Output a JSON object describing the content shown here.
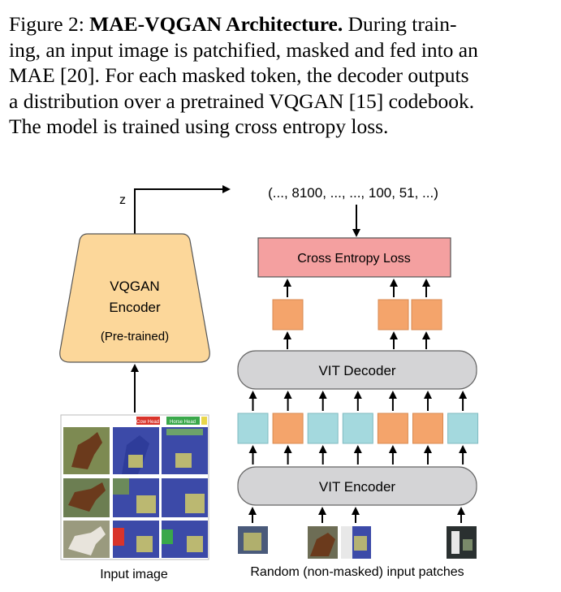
{
  "caption": {
    "label": "Figure 2:",
    "title": "MAE-VQGAN Architecture.",
    "line1_rest": "During train-",
    "line2": "ing, an input image is patchified, masked and fed into an",
    "line3": "MAE [20]. For each masked token, the decoder outputs",
    "line4": "a distribution over a pretrained VQGAN [15] codebook.",
    "line5": "The model is trained using cross entropy loss."
  },
  "diagram": {
    "z_label": "z",
    "token_sequence": "(..., 8100, ..., ..., 100, 51, ...)",
    "loss_label": "Cross Entropy Loss",
    "encoder_title_1": "VQGAN",
    "encoder_title_2": "Encoder",
    "encoder_note": "(Pre-trained)",
    "decoder_label": "VIT Decoder",
    "vit_encoder_label": "VIT Encoder",
    "input_image_label": "Input image",
    "patches_label": "Random (non-masked) input patches",
    "legend_tag_1": "Cow Head",
    "legend_tag_2": "Horse Head",
    "colors": {
      "loss_fill": "#f4a0a0",
      "encoder_fill": "#fcd79a",
      "masked_token": "#f4a46b",
      "visible_token": "#a4d9de",
      "vit_fill": "#d4d4d6"
    },
    "token_row": [
      "visible",
      "masked",
      "visible",
      "visible",
      "masked",
      "masked",
      "visible"
    ]
  }
}
